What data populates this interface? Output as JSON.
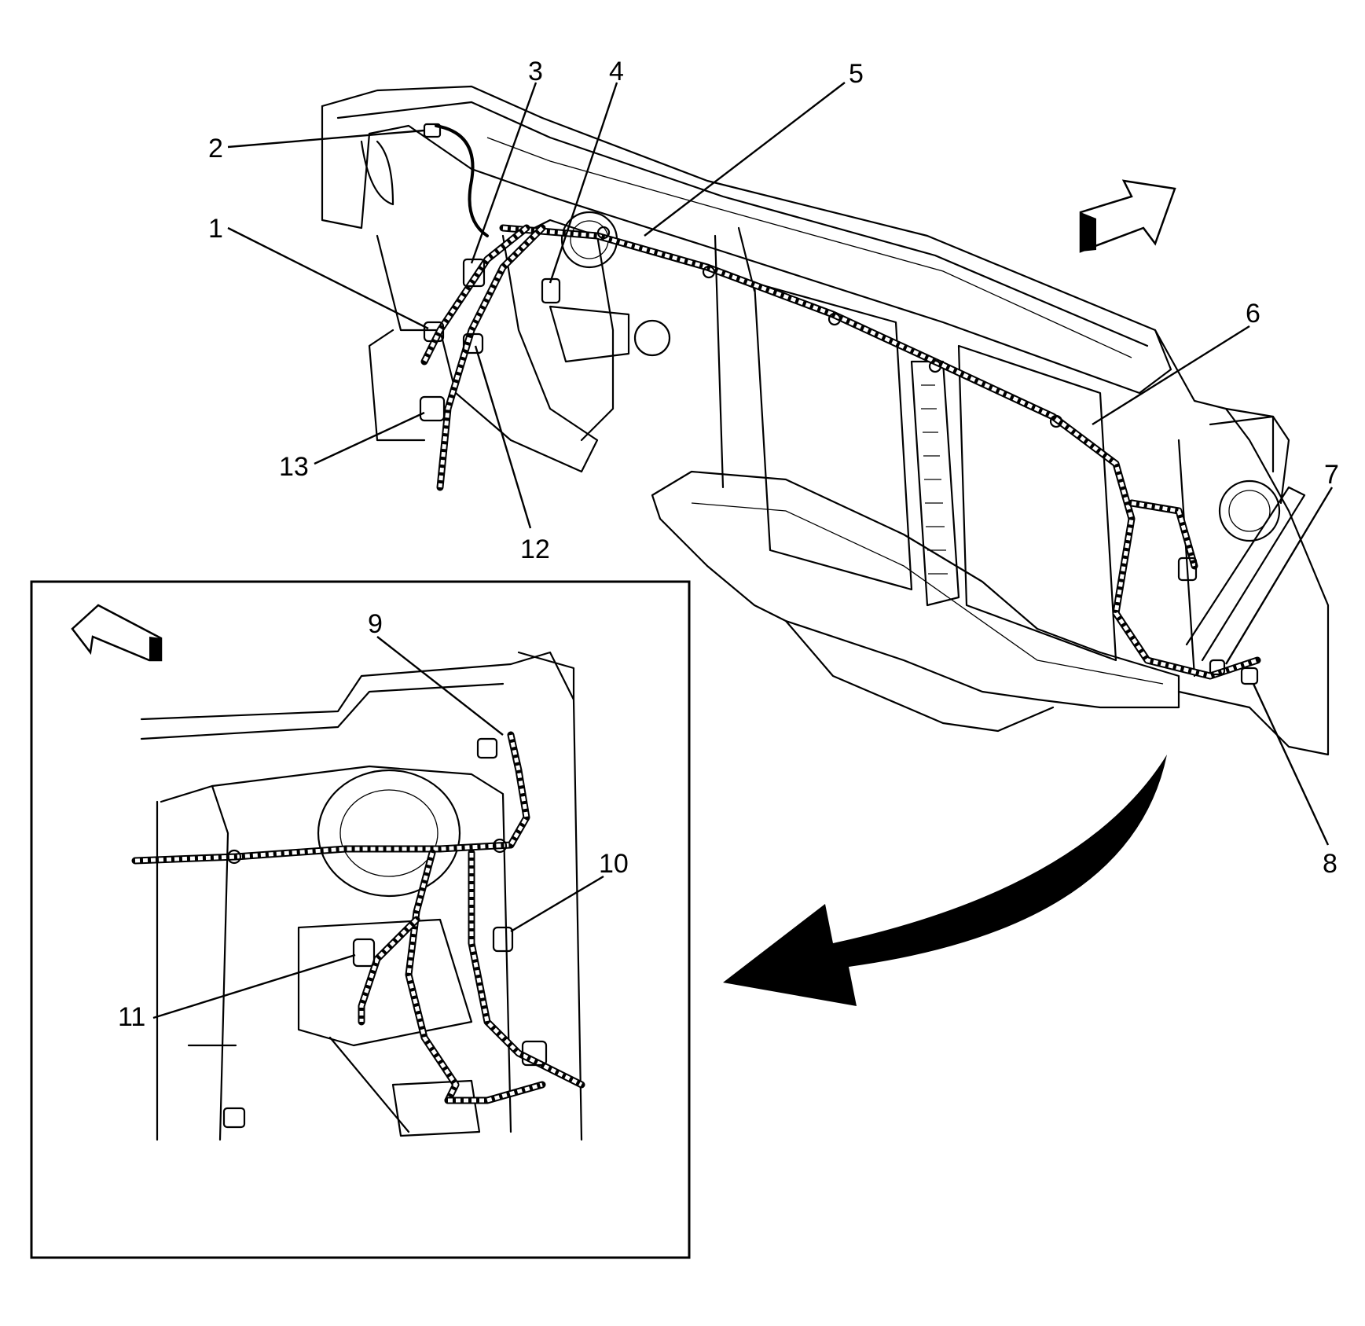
{
  "callouts": [
    {
      "id": "1",
      "label": "1"
    },
    {
      "id": "2",
      "label": "2"
    },
    {
      "id": "3",
      "label": "3"
    },
    {
      "id": "4",
      "label": "4"
    },
    {
      "id": "5",
      "label": "5"
    },
    {
      "id": "6",
      "label": "6"
    },
    {
      "id": "7",
      "label": "7"
    },
    {
      "id": "8",
      "label": "8"
    },
    {
      "id": "9",
      "label": "9"
    },
    {
      "id": "10",
      "label": "10"
    },
    {
      "id": "11",
      "label": "11"
    },
    {
      "id": "12",
      "label": "12"
    },
    {
      "id": "13",
      "label": "13"
    }
  ],
  "icons": {
    "front_arrow_main": "direction-arrow-icon",
    "front_arrow_detail": "direction-arrow-icon",
    "view_arrow": "curved-arrow-icon"
  },
  "colors": {
    "ink": "#000000",
    "paper": "#ffffff"
  }
}
